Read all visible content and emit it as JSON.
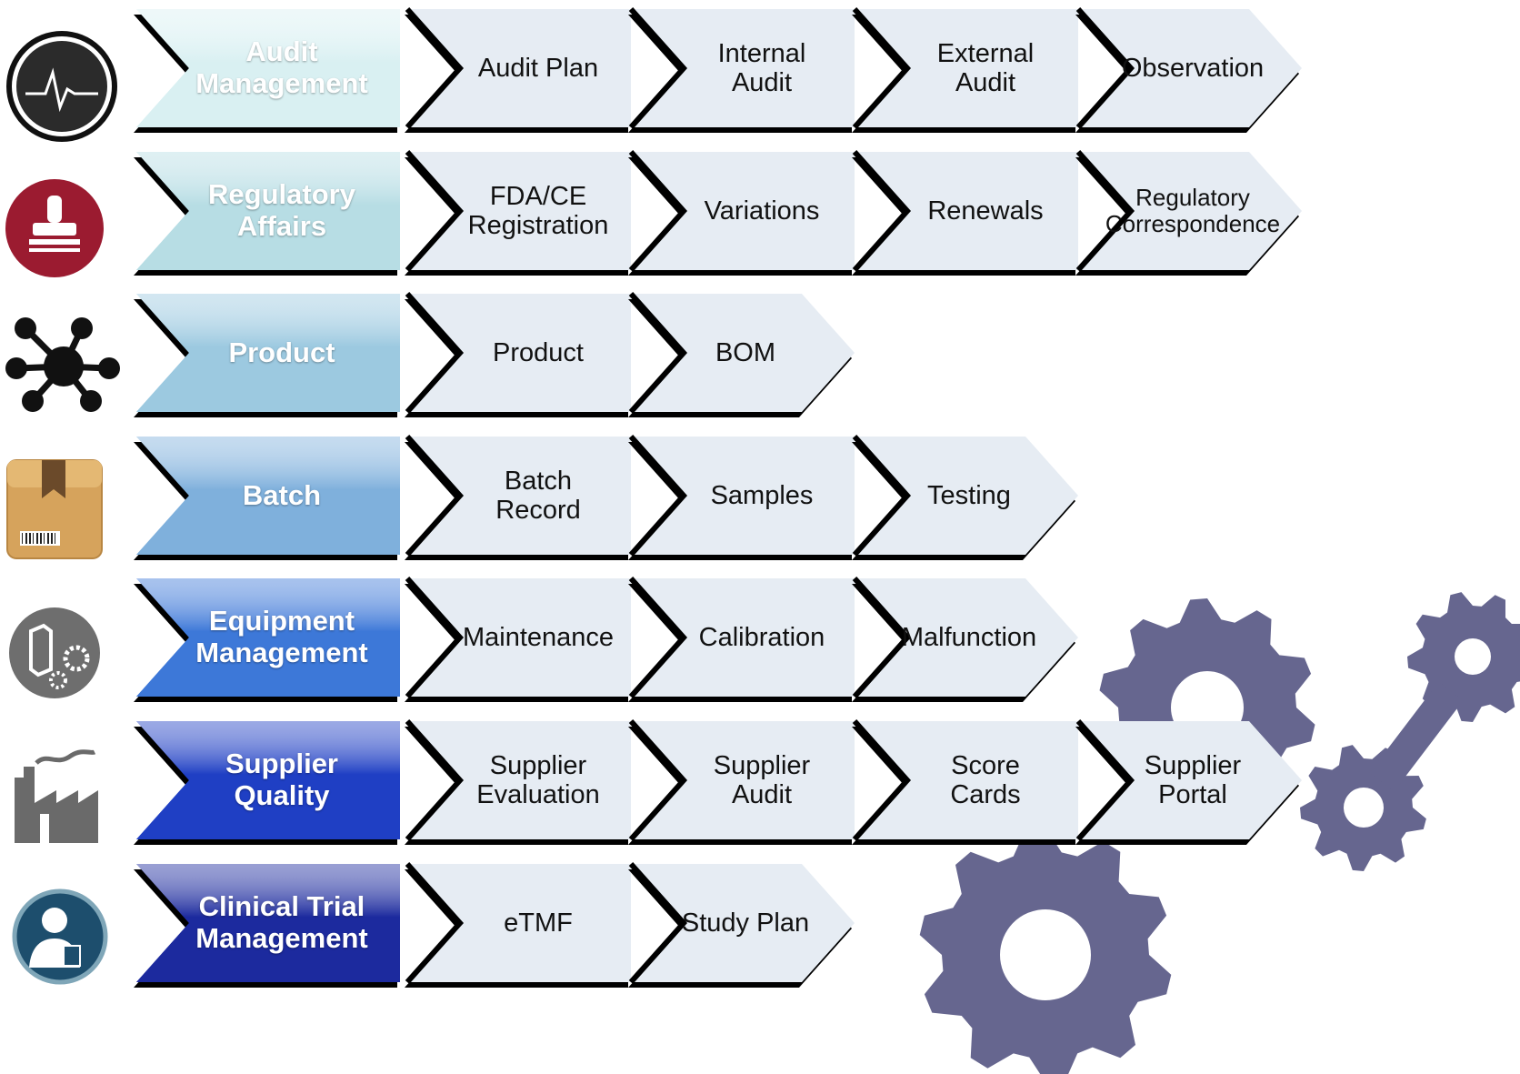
{
  "rows": [
    {
      "category": "Audit\nManagement",
      "icon": "heartbeat-monitor-icon",
      "items": [
        "Audit Plan",
        "Internal\nAudit",
        "External\nAudit",
        "Observation"
      ]
    },
    {
      "category": "Regulatory\nAffairs",
      "icon": "rubber-stamp-icon",
      "items": [
        "FDA/CE\nRegistration",
        "Variations",
        "Renewals",
        "Regulatory\nCorrespondence"
      ]
    },
    {
      "category": "Product",
      "icon": "network-nodes-icon",
      "items": [
        "Product",
        "BOM"
      ]
    },
    {
      "category": "Batch",
      "icon": "package-box-icon",
      "items": [
        "Batch\nRecord",
        "Samples",
        "Testing"
      ]
    },
    {
      "category": "Equipment\nManagement",
      "icon": "equipment-gears-icon",
      "items": [
        "Maintenance",
        "Calibration",
        "Malfunction"
      ]
    },
    {
      "category": "Supplier\nQuality",
      "icon": "factory-icon",
      "items": [
        "Supplier\nEvaluation",
        "Supplier\nAudit",
        "Score\nCards",
        "Supplier\nPortal"
      ]
    },
    {
      "category": "Clinical Trial\nManagement",
      "icon": "clinician-icon",
      "items": [
        "eTMF",
        "Study Plan"
      ]
    }
  ],
  "colors": {
    "category_gradient": [
      "#d9f0f2",
      "#b7dde4",
      "#9cc9e0",
      "#7fb0dc",
      "#3d78d8",
      "#1f3fc4",
      "#1c2a9e"
    ],
    "item_fill": "#e6ecf3",
    "gear": "#66668f"
  }
}
